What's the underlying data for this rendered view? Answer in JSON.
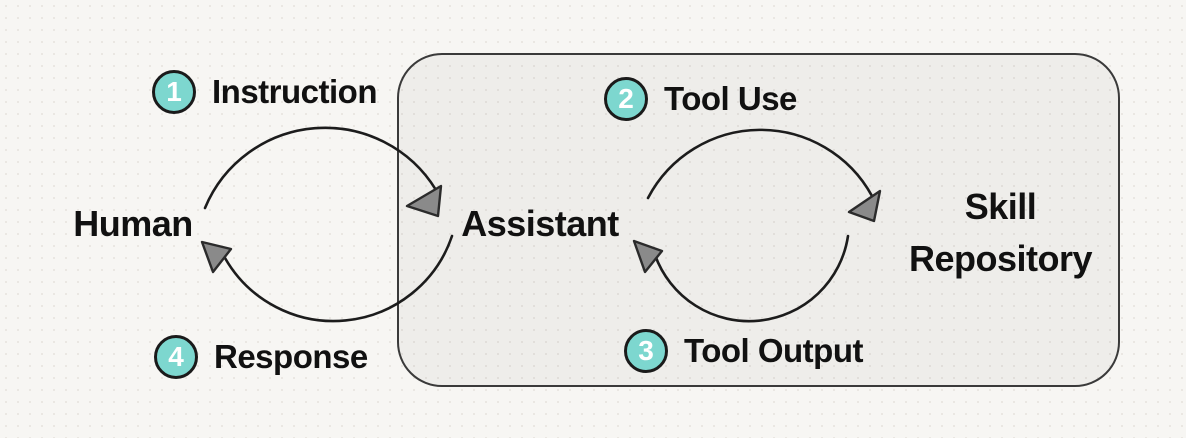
{
  "diagram": {
    "nodes": {
      "human": {
        "label": "Human"
      },
      "assistant": {
        "label": "Assistant"
      },
      "skill_repository": {
        "label": "Skill Repository"
      }
    },
    "steps": [
      {
        "number": "1",
        "label": "Instruction"
      },
      {
        "number": "2",
        "label": "Tool Use"
      },
      {
        "number": "3",
        "label": "Tool Output"
      },
      {
        "number": "4",
        "label": "Response"
      }
    ],
    "icons": {
      "arrow_instruction": "curved-arrow-human-to-assistant",
      "arrow_tool_use": "curved-arrow-assistant-to-skill-repository",
      "arrow_tool_output": "curved-arrow-skill-repository-to-assistant",
      "arrow_response": "curved-arrow-assistant-to-human"
    },
    "colors": {
      "badge_fill": "#7dd7cf",
      "badge_border": "#1a1a1a",
      "arrow_line": "#1c1c1c",
      "arrowhead_fill": "#8a8a8a",
      "arrowhead_border": "#2b2b2b",
      "box_border": "#3a3a3a",
      "text_color": "#111111"
    }
  }
}
